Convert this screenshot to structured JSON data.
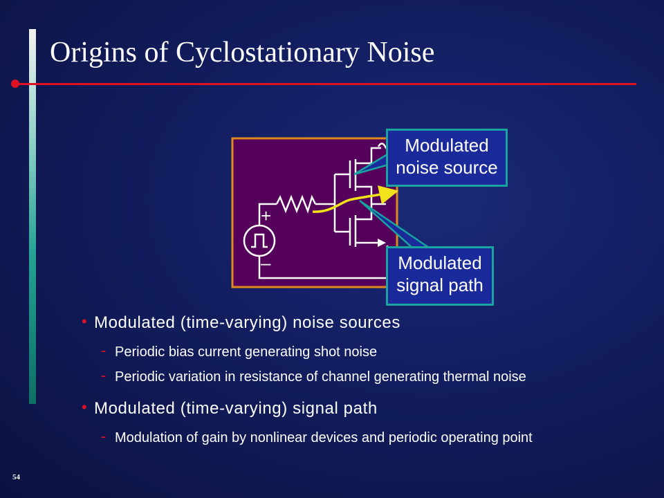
{
  "slide": {
    "title": "Origins of Cyclostationary Noise",
    "page_number": "54"
  },
  "diagram": {
    "callout_noise_source": [
      "Modulated",
      "noise source"
    ],
    "callout_signal_path": [
      "Modulated",
      "signal path"
    ],
    "source_plus": "+",
    "source_minus": "–"
  },
  "bullets": [
    {
      "text": "Modulated (time-varying) noise sources",
      "sub": [
        "Periodic bias current generating shot noise",
        "Periodic variation in resistance of channel generating thermal noise"
      ]
    },
    {
      "text": "Modulated (time-varying) signal path",
      "sub": [
        "Modulation of gain by nonlinear devices and periodic operating point"
      ]
    }
  ],
  "colors": {
    "background": "#121d5e",
    "accent_red": "#e01023",
    "diagram_fill": "#55005a",
    "diagram_border": "#e08a1e",
    "callout_fill": "#1b2a9a",
    "callout_border": "#19a4a0",
    "signal_arrow": "#f2e21a"
  }
}
